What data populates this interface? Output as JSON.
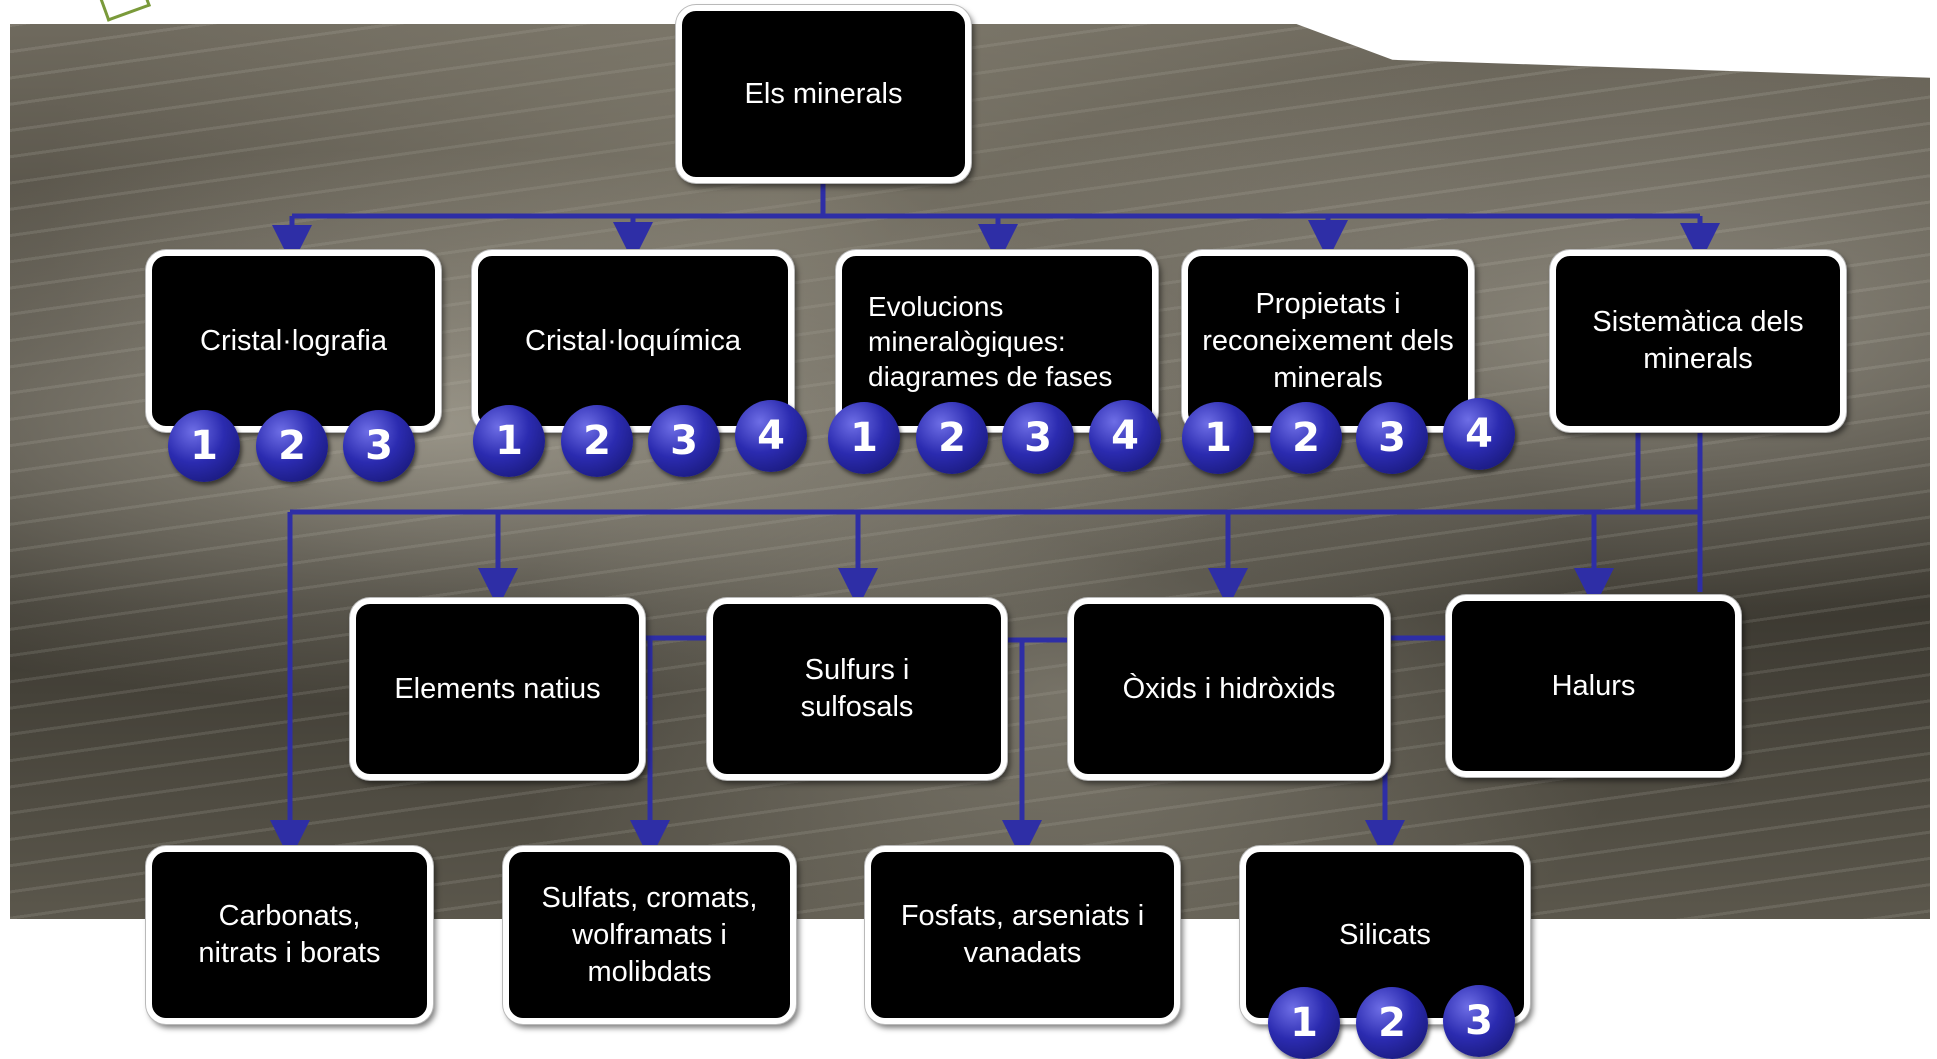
{
  "root": {
    "label": "Els minerals"
  },
  "topics": [
    {
      "label": "Cristal·lografia",
      "badges": [
        "1",
        "2",
        "3"
      ]
    },
    {
      "label": "Cristal·loquímica",
      "badges": [
        "1",
        "2",
        "3",
        "4"
      ]
    },
    {
      "label": "Evolucions mineralògiques: diagrames de fases",
      "badges": [
        "1",
        "2",
        "3",
        "4"
      ]
    },
    {
      "label": "Propietats i reconeixement dels minerals",
      "badges": [
        "1",
        "2",
        "3",
        "4"
      ]
    },
    {
      "label": "Sistemàtica dels minerals",
      "badges": []
    }
  ],
  "classes_row1": [
    {
      "label": "Elements natius"
    },
    {
      "label": "Sulfurs i sulfosals"
    },
    {
      "label": "Òxids i hidròxids"
    },
    {
      "label": "Halurs"
    }
  ],
  "classes_row2": [
    {
      "label": "Carbonats, nitrats i borats"
    },
    {
      "label": "Sulfats, cromats, wolframats i molibdats"
    },
    {
      "label": "Fosfats, arseniats i vanadats"
    },
    {
      "label": "Silicats",
      "badges": [
        "1",
        "2",
        "3"
      ]
    }
  ],
  "colors": {
    "connector": "#2e2ea6",
    "node_fill": "#000000",
    "node_border": "#ffffff",
    "badge": "#2b2bb0"
  }
}
